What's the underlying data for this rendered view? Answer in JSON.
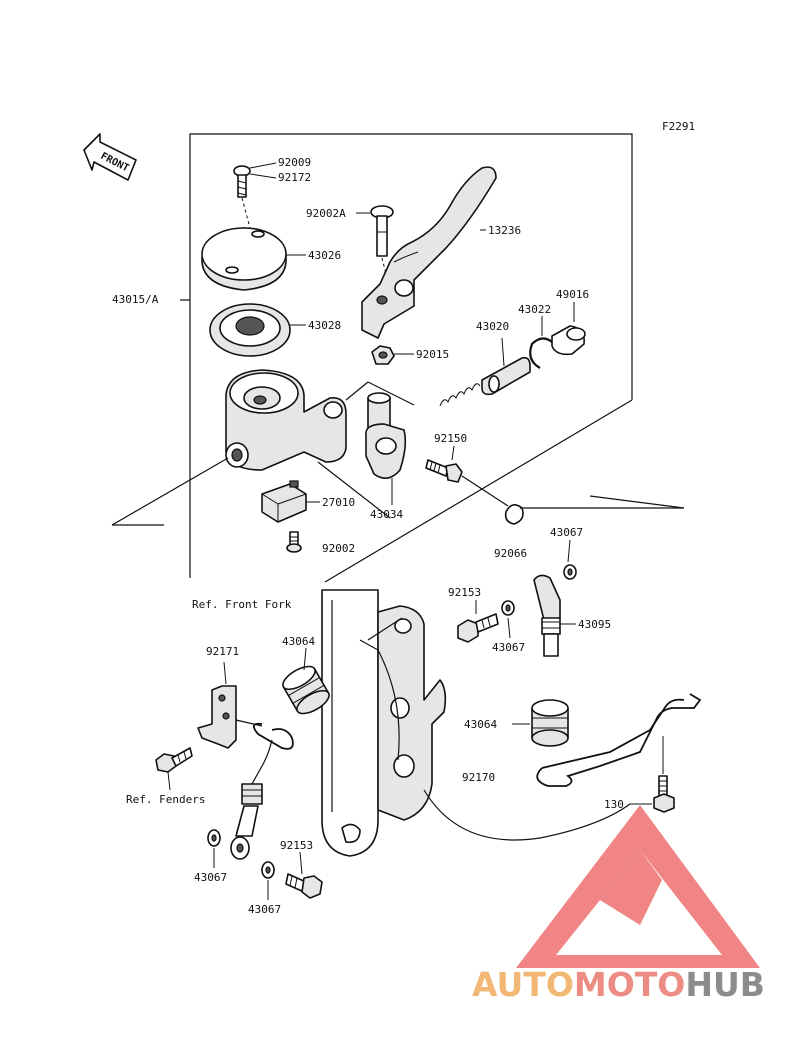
{
  "figure_code": "F2291",
  "front_arrow_text": "FRONT",
  "ref_labels": {
    "front_fork": "Ref. Front Fork",
    "fenders": "Ref. Fenders"
  },
  "part_labels": {
    "p92009": "92009",
    "p92172": "92172",
    "p92002A": "92002A",
    "p13236": "13236",
    "p43026": "43026",
    "p43015A": "43015/A",
    "p43028": "43028",
    "p49016": "49016",
    "p43022": "43022",
    "p43020": "43020",
    "p92015": "92015",
    "p92150": "92150",
    "p27010": "27010",
    "p43034": "43034",
    "p92002": "92002",
    "p43067_a": "43067",
    "p92066": "92066",
    "p92153_a": "92153",
    "p43095": "43095",
    "p43067_b": "43067",
    "p43064_a": "43064",
    "p92171": "92171",
    "p43064_b": "43064",
    "p92170": "92170",
    "p130": "130",
    "p43067_c": "43067",
    "p92153_b": "92153",
    "p43067_d": "43067"
  },
  "watermark": {
    "part1": "AUTO",
    "part2": "MOTO",
    "part3": "HUB",
    "color1": "#f2b774",
    "color2": "#ec8c83",
    "color3": "#8c8c8c",
    "triangle_color": "#ef6f6f"
  }
}
